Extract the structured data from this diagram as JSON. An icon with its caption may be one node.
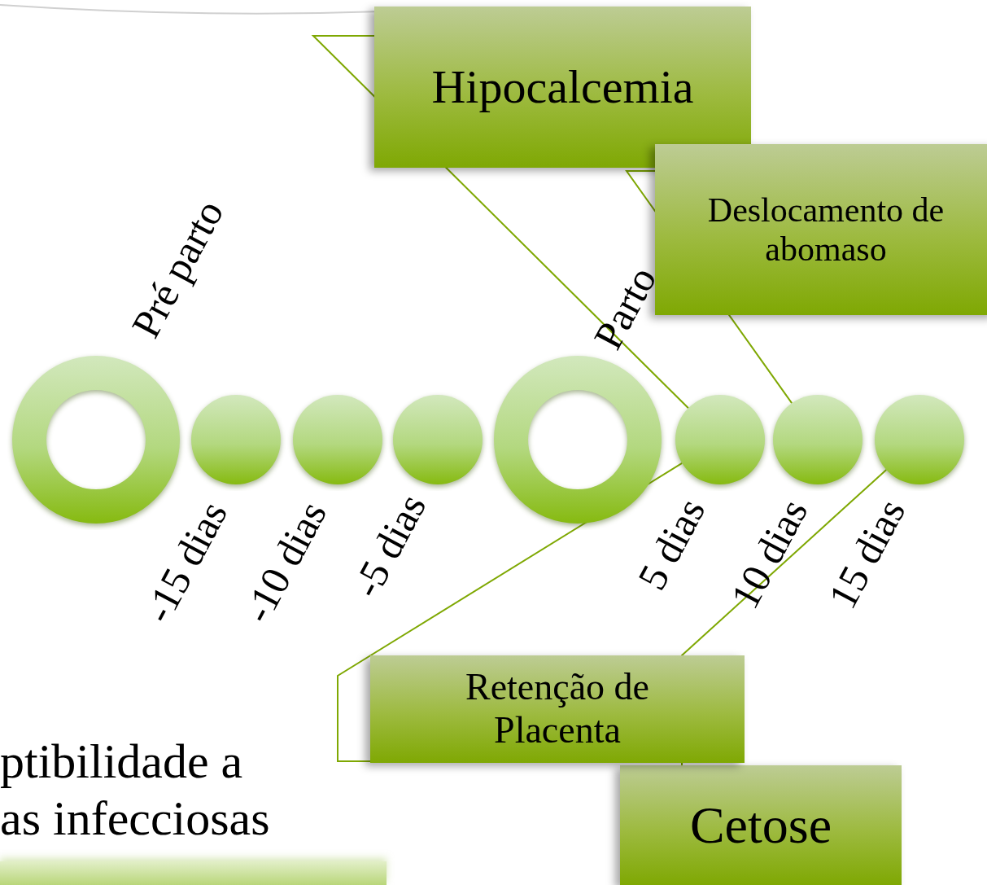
{
  "diagram": {
    "nodes": [
      {
        "text": [
          "Hipocalcemia"
        ]
      },
      {
        "text": [
          "Deslocamento de abomaso"
        ]
      },
      {
        "text": [
          "Retenção de Placenta"
        ]
      },
      {
        "text": [
          "Cetose"
        ]
      },
      {
        "text": [],
        "shape": "circle",
        "beside": [
          "Pré parto"
        ]
      },
      {
        "text": [],
        "shape": "circle",
        "beside": [
          "-15 dias"
        ]
      },
      {
        "text": [],
        "shape": "circle",
        "beside": [
          "-10 dias"
        ]
      },
      {
        "text": [],
        "shape": "circle",
        "beside": [
          "-5 dias"
        ]
      },
      {
        "text": [],
        "shape": "circle",
        "beside": [
          "Parto"
        ]
      },
      {
        "text": [],
        "shape": "circle",
        "beside": [
          "5 dias"
        ]
      },
      {
        "text": [],
        "shape": "circle",
        "beside": [
          "10 dias"
        ]
      },
      {
        "text": [],
        "shape": "circle",
        "beside": [
          "15 dias"
        ]
      },
      {
        "text": [],
        "shape": "bar"
      }
    ],
    "edges": [
      {
        "from": 0,
        "to": 9,
        "arrow": "none"
      },
      {
        "from": 1,
        "to": 10,
        "arrow": "none"
      },
      {
        "from": 2,
        "to": 9,
        "arrow": "none"
      },
      {
        "from": 3,
        "to": 11,
        "arrow": "none"
      }
    ],
    "labels": [
      "ptibilidade a",
      "as infecciosas"
    ]
  }
}
